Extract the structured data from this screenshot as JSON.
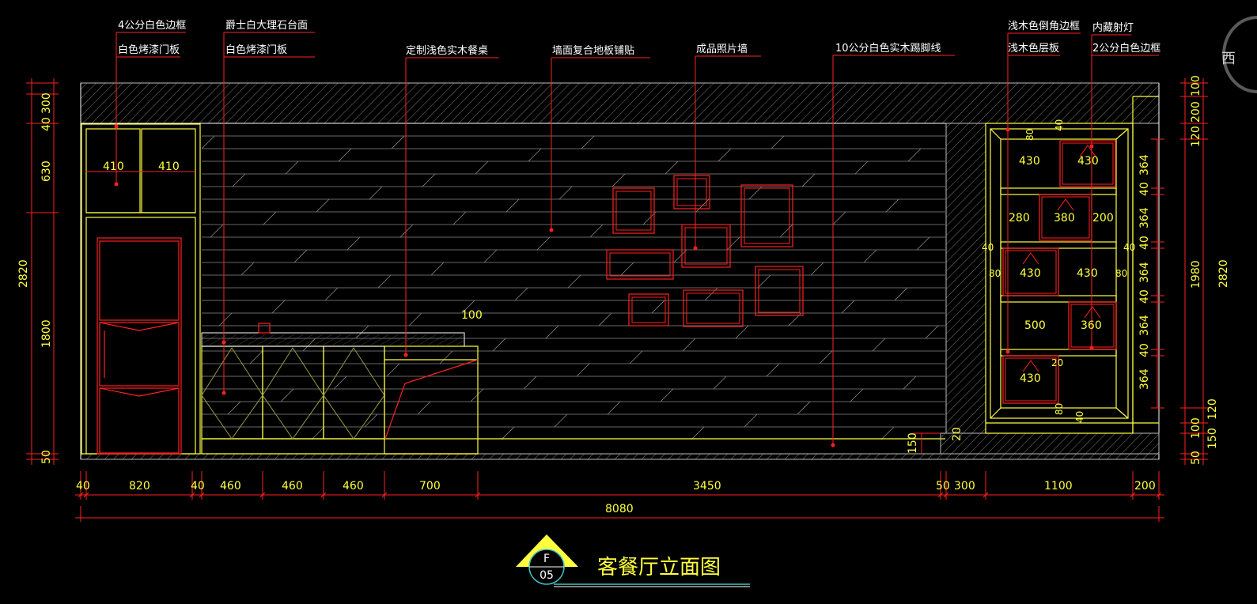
{
  "drawing": {
    "title": "客餐厅立面图",
    "symbol_letter": "F",
    "symbol_number": "05",
    "compass_label": "西"
  },
  "labels": {
    "l1a": "4公分白色边框",
    "l1b": "白色烤漆门板",
    "l2a": "爵士白大理石台面",
    "l2b": "白色烤漆门板",
    "l3": "定制浅色实木餐桌",
    "l4": "墙面复合地板铺贴",
    "l5": "成品照片墙",
    "l6": "10公分白色实木踢脚线",
    "l7a": "浅木色倒角边框",
    "l7b": "浅木色层板",
    "l8a": "内藏射灯",
    "l8b": "2公分白色边框"
  },
  "dims": {
    "bottom": [
      "40",
      "820",
      "40",
      "460",
      "460",
      "460",
      "700",
      "3450",
      "50",
      "300",
      "1100",
      "200"
    ],
    "total": "8080",
    "left": [
      "40",
      "300",
      "630",
      "1800",
      "50"
    ],
    "left_total": "2820",
    "right_outer": [
      "100",
      "200",
      "120",
      "1980",
      "120",
      "100",
      "150",
      "50"
    ],
    "right_total": "2820",
    "right_inner": [
      "364",
      "40",
      "364",
      "40",
      "364",
      "40",
      "364",
      "40",
      "364"
    ],
    "cabinet": [
      "410",
      "410"
    ],
    "counter": "100",
    "plinth": "150",
    "plinth2": "20",
    "shelf": [
      "430",
      "430",
      "280",
      "380",
      "200",
      "430",
      "430",
      "500",
      "360",
      "430"
    ],
    "shelf_small": [
      "80",
      "40",
      "40",
      "40",
      "80",
      "80",
      "20",
      "80",
      "40"
    ]
  },
  "colors": {
    "yellow": "#ffff40",
    "red": "#ff2020",
    "white": "#ffffff",
    "gray": "#7a7a7a",
    "cyan": "#40c0c0"
  }
}
